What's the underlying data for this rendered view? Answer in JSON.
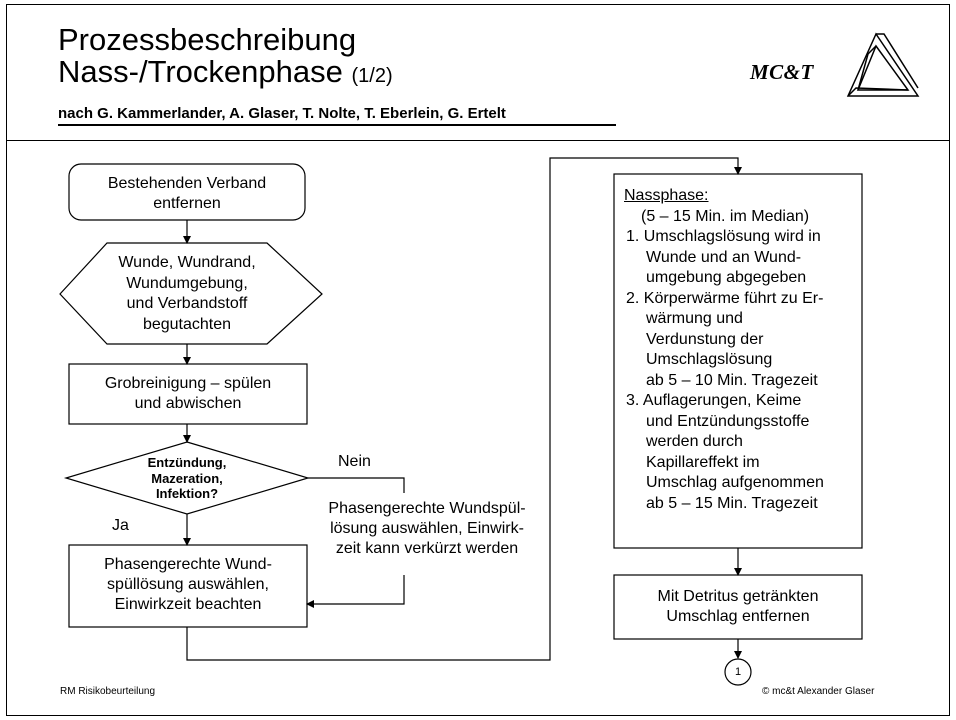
{
  "header": {
    "title_line1": "Prozessbeschreibung",
    "title_line2": "Nass-/Trockenphase",
    "title_suffix": "(1/2)",
    "authors": "nach G. Kammerlander, A. Glaser, T. Nolte, T. Eberlein, G. Ertelt",
    "logo_text": "MC&T"
  },
  "flow": {
    "step1": [
      "Bestehenden Verband",
      "entfernen"
    ],
    "step2": [
      "Wunde, Wundrand,",
      "Wundumgebung,",
      "und Verbandstoff",
      "begutachten"
    ],
    "step3": [
      "Grobreinigung – spülen",
      "und abwischen"
    ],
    "decision": [
      "Entzündung,",
      "Mazeration,",
      "Infektion?"
    ],
    "label_no": "Nein",
    "label_yes": "Ja",
    "side_note": [
      "Phasengerechte Wundspül-",
      "lösung auswählen, Einwirk-",
      "zeit kann verkürzt werden"
    ],
    "step4": [
      "Phasengerechte Wund-",
      "spüllösung auswählen,",
      "Einwirkzeit beachten"
    ],
    "nassphase": {
      "heading": "Nassphase:",
      "median": "(5 – 15 Min. im Median)",
      "items": [
        [
          "1. Umschlagslösung wird in",
          "Wunde und an Wund-",
          "umgebung abgegeben"
        ],
        [
          "2. Körperwärme führt zu Er-",
          "wärmung und",
          "Verdunstung der",
          "Umschlagslösung",
          "ab 5 – 10 Min. Tragezeit"
        ],
        [
          "3. Auflagerungen, Keime",
          "und Entzündungsstoffe",
          "werden durch",
          "Kapillareffekt im",
          "Umschlag aufgenommen",
          "ab 5 – 15 Min. Tragezeit"
        ]
      ]
    },
    "step5": [
      "Mit Detritus getränkten",
      "Umschlag entfernen"
    ],
    "connector": "1"
  },
  "footer": {
    "left": "RM Risikobeurteilung",
    "right": "© mc&t  Alexander Glaser"
  }
}
